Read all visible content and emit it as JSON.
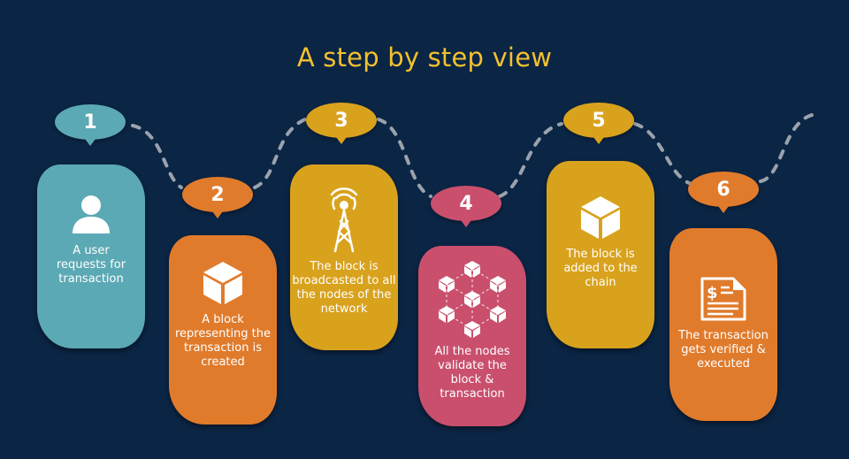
{
  "title": "A step by step view",
  "colors": {
    "background": "#0b2545",
    "title": "#f2c12e",
    "teal": "#5ba9b4",
    "orange": "#e07b2c",
    "gold": "#d9a21d",
    "pink": "#c94f6d",
    "connector": "#9aa3ad"
  },
  "steps": [
    {
      "number": "1",
      "label": "A user requests for transaction",
      "icon": "user-icon",
      "color": "#5ba9b4"
    },
    {
      "number": "2",
      "label": "A block representing the transaction is created",
      "icon": "cube-icon",
      "color": "#e07b2c"
    },
    {
      "number": "3",
      "label": "The block is broadcasted to all the nodes of the network",
      "icon": "broadcast-tower-icon",
      "color": "#d9a21d"
    },
    {
      "number": "4",
      "label": "All the nodes validate the block & transaction",
      "icon": "network-cubes-icon",
      "color": "#c94f6d"
    },
    {
      "number": "5",
      "label": "The block is added to the chain",
      "icon": "cube-icon",
      "color": "#d9a21d"
    },
    {
      "number": "6",
      "label": "The transaction gets verified & executed",
      "icon": "invoice-document-icon",
      "color": "#e07b2c"
    }
  ]
}
